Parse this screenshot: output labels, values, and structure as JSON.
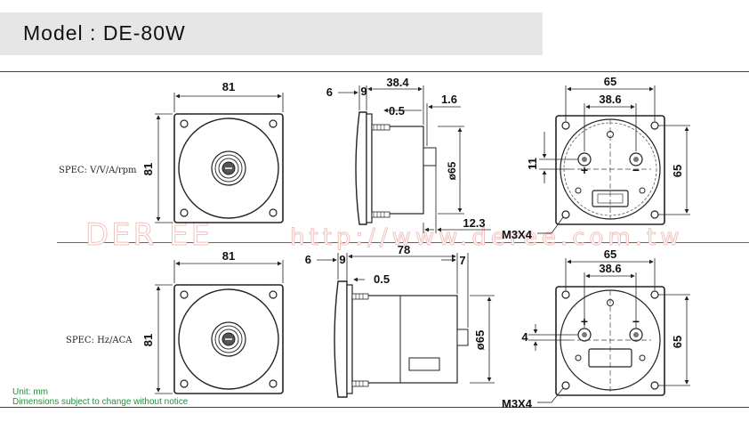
{
  "header": {
    "model_title": "Model  :  DE-80W"
  },
  "watermark": {
    "brand": "DER EE",
    "url": "http://www.deree.com.tw"
  },
  "top_row": {
    "spec": "SPEC: V/V/A/rpm",
    "front": {
      "width": "81",
      "height": "81"
    },
    "side": {
      "d1": "6",
      "d2": "9",
      "d3": "38.4",
      "d4": "0.5",
      "d5": "1.6",
      "d6": "ø65",
      "d7": "12.3"
    },
    "back": {
      "w_outer": "65",
      "w_inner": "38.6",
      "h": "65",
      "offset": "11",
      "plus": "+",
      "minus": "−",
      "screw": "M3X4"
    }
  },
  "bottom_row": {
    "spec": "SPEC: Hz/ACA",
    "front": {
      "width": "81",
      "height": "81"
    },
    "side": {
      "d1": "6",
      "d2": "9",
      "d3": "78",
      "d4": "0.5",
      "d5": "7",
      "d6": "ø65"
    },
    "back": {
      "w_outer": "65",
      "w_inner": "38.6",
      "h": "65",
      "offset": "4",
      "plus": "+",
      "minus": "−",
      "screw": "M3X4"
    }
  },
  "notes": {
    "unit": "Unit: mm",
    "disclaimer": "Dimensions subject to change without notice"
  }
}
